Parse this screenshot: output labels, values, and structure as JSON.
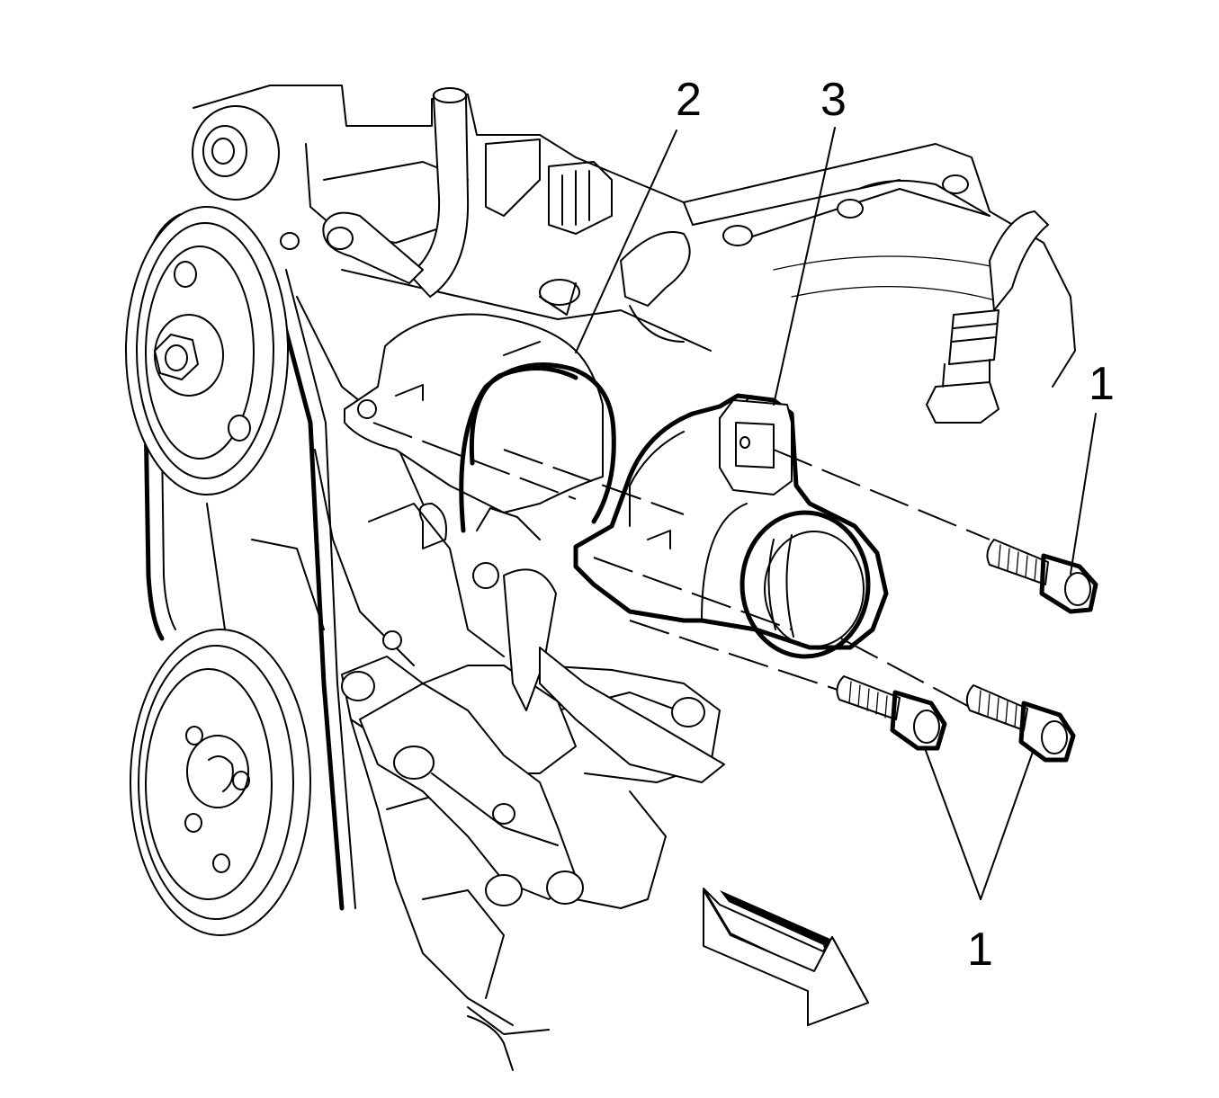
{
  "callouts": {
    "bolt_top": "1",
    "gasket": "2",
    "thermostat_housing": "3",
    "bolts_bottom": "1"
  }
}
